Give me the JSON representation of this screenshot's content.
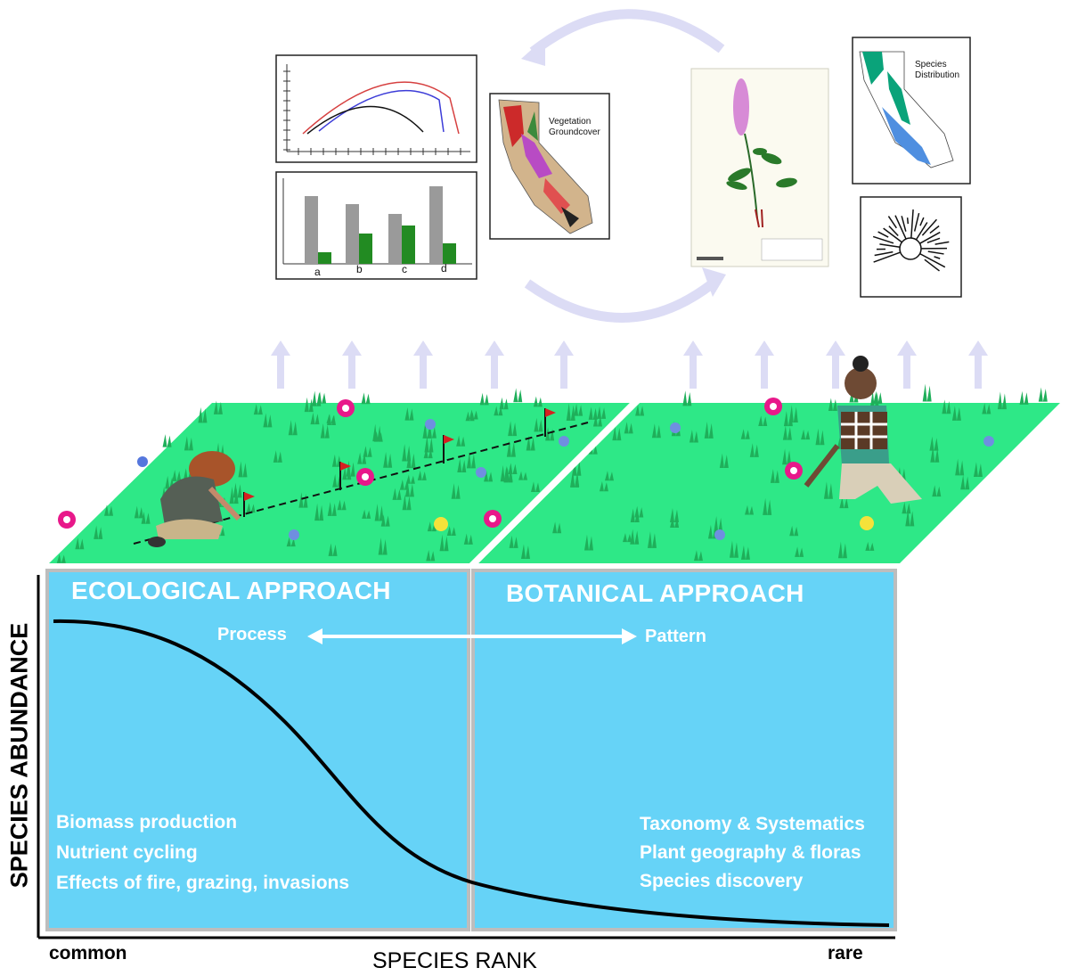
{
  "panels": {
    "ecological": {
      "title": "ECOLOGICAL APPROACH",
      "items": [
        "Biomass production",
        "Nutrient cycling",
        "Effects of fire, grazing, invasions"
      ]
    },
    "botanical": {
      "title": "BOTANICAL APPROACH",
      "items": [
        "Taxonomy & Systematics",
        "Plant geography & floras",
        "Species discovery"
      ]
    }
  },
  "arrow_labels": {
    "left": "Process",
    "right": "Pattern"
  },
  "axes": {
    "y_label": "SPECIES ABUNDANCE",
    "x_label": "SPECIES RANK",
    "x_start": "common",
    "x_end": "rare"
  },
  "insets": {
    "vegetation_map": "Vegetation\nGroundcover",
    "distribution_map": "Species\nDistribution",
    "bar_chart_categories": [
      "a",
      "b",
      "c",
      "d"
    ]
  },
  "colors": {
    "panel_fill": "#66d3f7",
    "grass": "#2ee887",
    "cycle_arrow": "#dcdcf5",
    "curve": "#000000"
  }
}
